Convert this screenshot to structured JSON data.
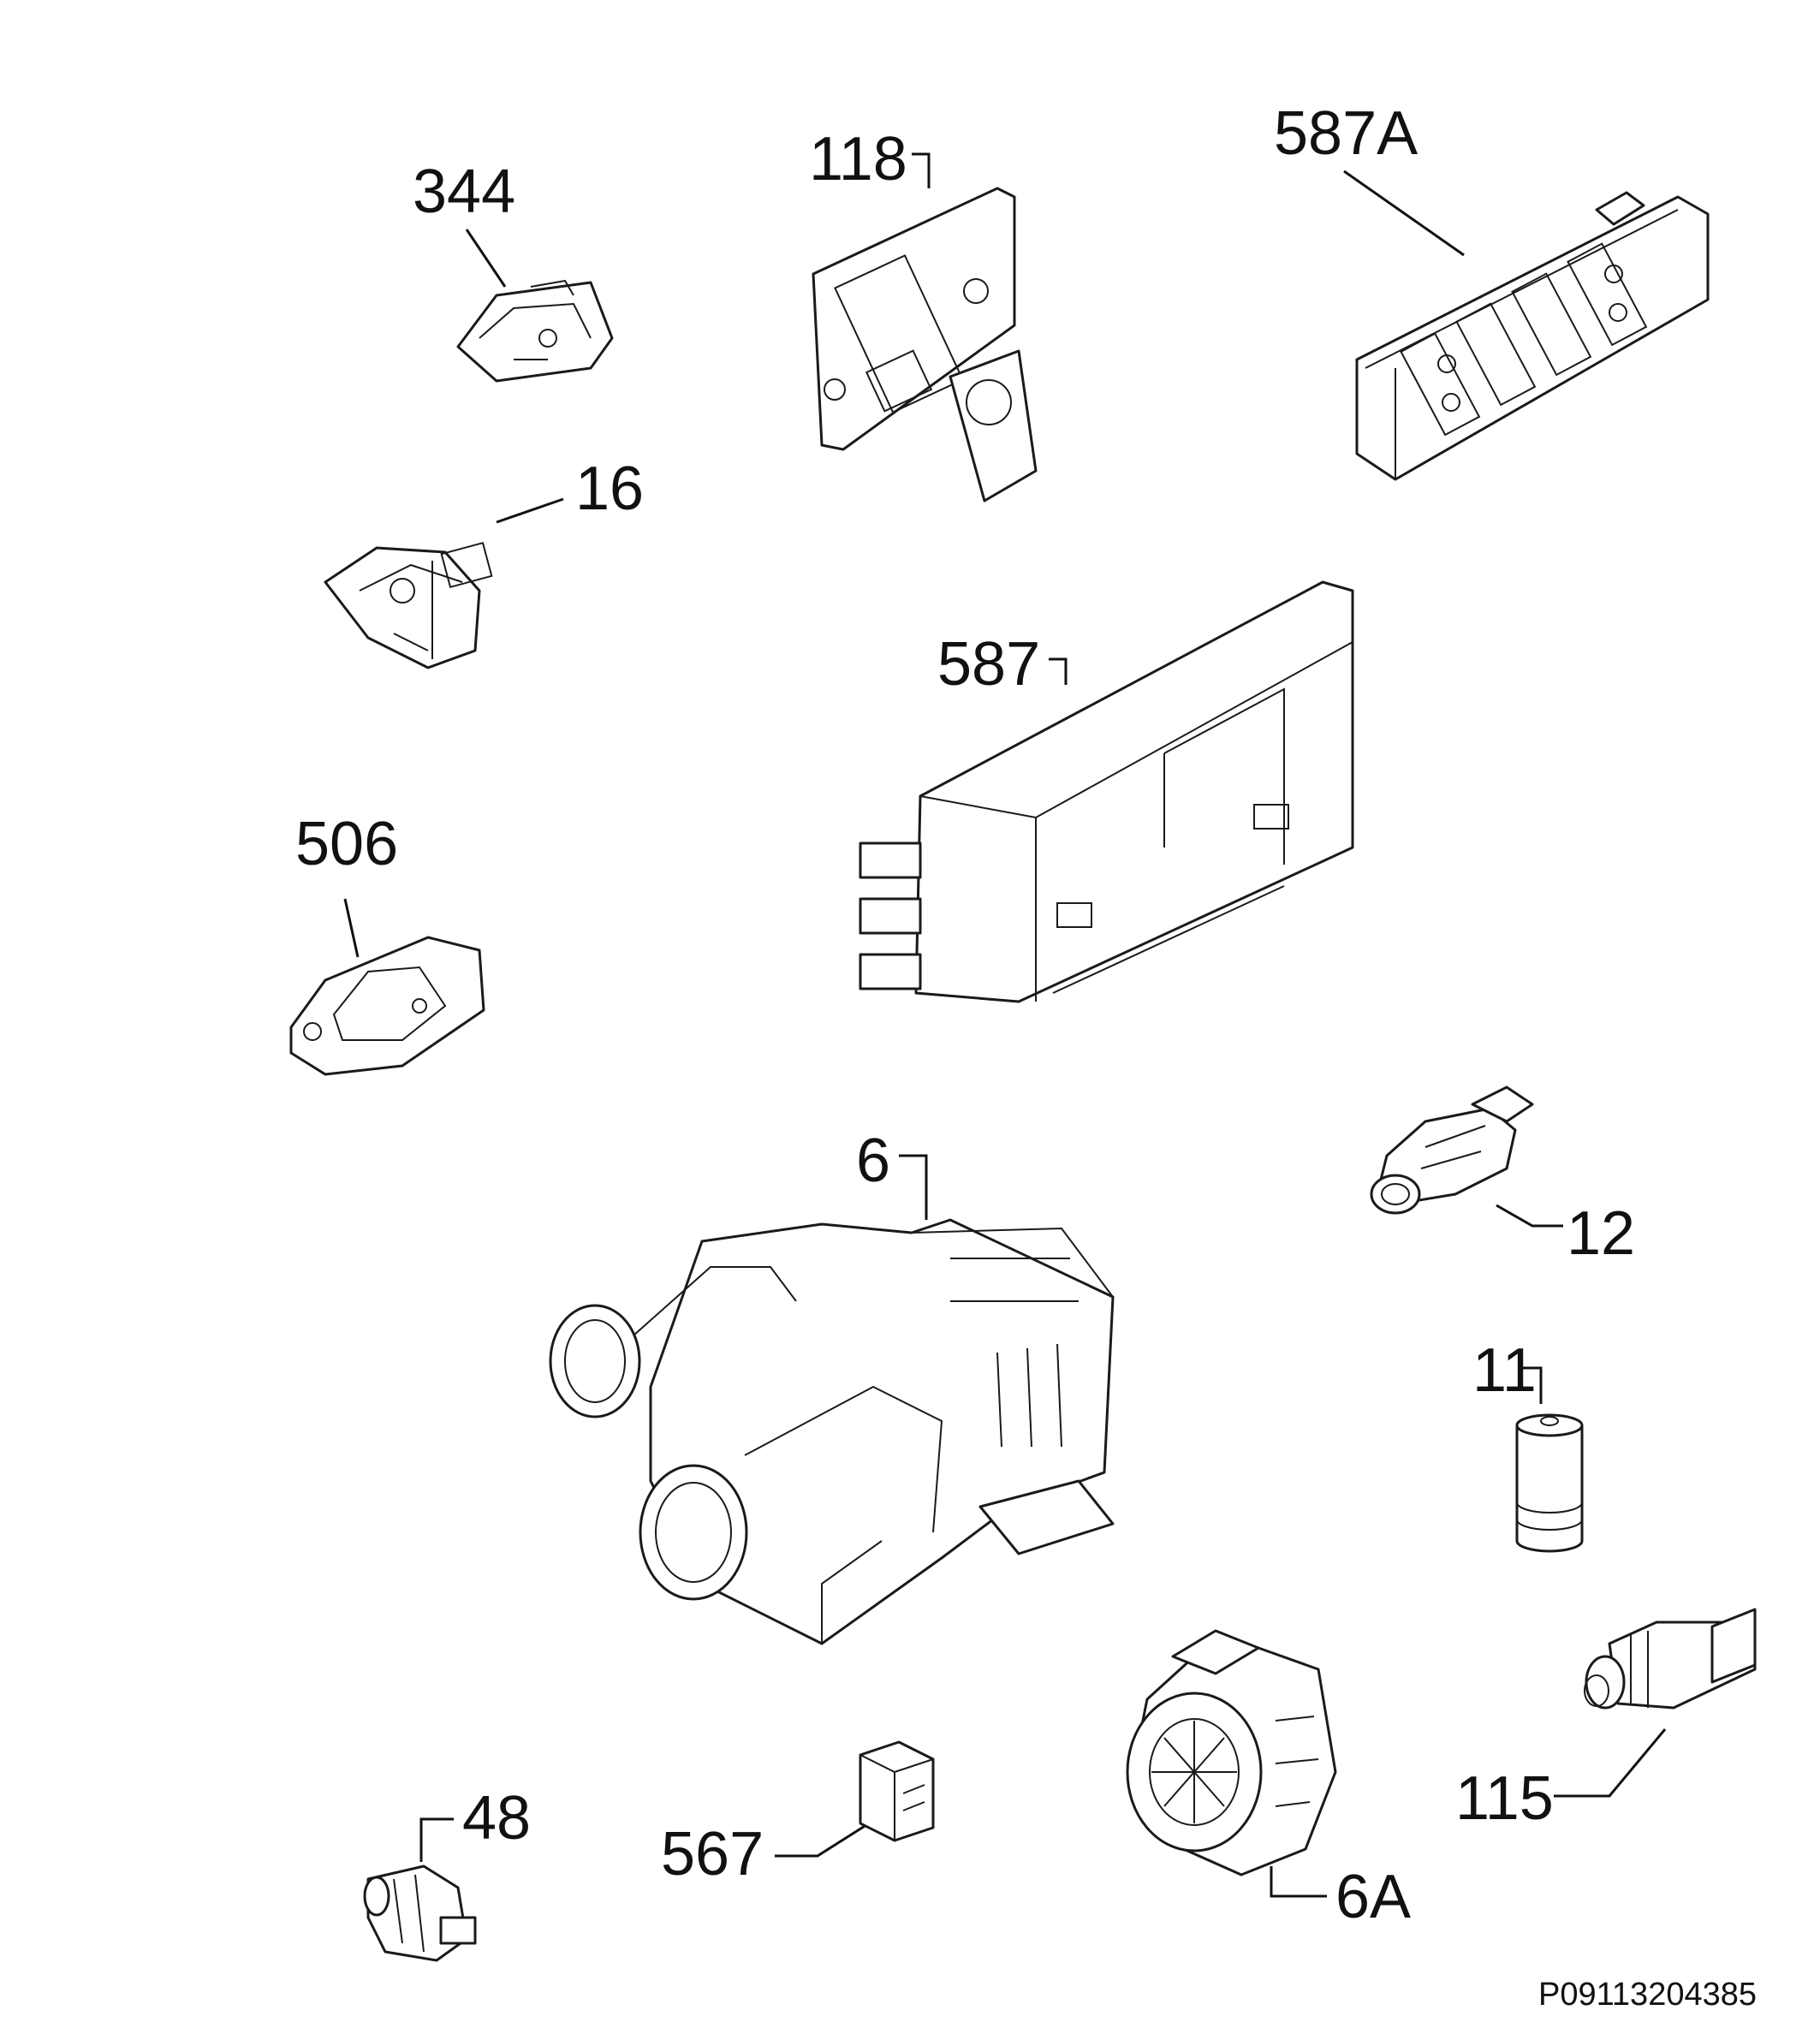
{
  "diagram": {
    "drawing_code": "P09113204385",
    "parts": [
      {
        "ref": "344",
        "icon": "latch-clip-icon"
      },
      {
        "ref": "118",
        "icon": "detergent-dispenser-icon"
      },
      {
        "ref": "587A",
        "icon": "control-board-icon"
      },
      {
        "ref": "16",
        "icon": "door-lock-icon"
      },
      {
        "ref": "587",
        "icon": "main-module-icon"
      },
      {
        "ref": "506",
        "icon": "door-switch-icon"
      },
      {
        "ref": "6",
        "icon": "circulation-pump-icon"
      },
      {
        "ref": "12",
        "icon": "flow-meter-icon"
      },
      {
        "ref": "11",
        "icon": "capacitor-icon"
      },
      {
        "ref": "115",
        "icon": "pressure-switch-icon"
      },
      {
        "ref": "48",
        "icon": "sensor-icon"
      },
      {
        "ref": "567",
        "icon": "connector-icon"
      },
      {
        "ref": "6A",
        "icon": "drain-pump-icon"
      }
    ]
  }
}
